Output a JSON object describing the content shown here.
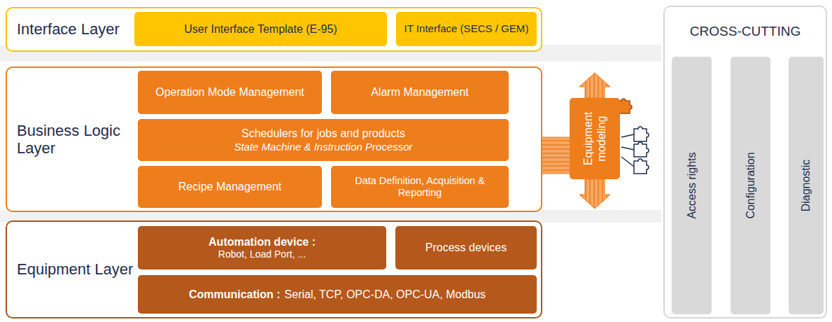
{
  "diagram": {
    "nodes": [
      {
        "text": [
          "Interface Layer"
        ]
      },
      {
        "text": [
          "User Interface Template (E-95)"
        ],
        "in": 0
      },
      {
        "text": [
          "IT Interface (SECS / GEM)"
        ],
        "in": 0
      },
      {
        "text": [
          "Business Logic Layer"
        ]
      },
      {
        "text": [
          "Operation Mode Management"
        ],
        "in": 3
      },
      {
        "text": [
          "Alarm Management"
        ],
        "in": 3
      },
      {
        "text": [
          "Schedulers for jobs and products",
          "State Machine & Instruction Processor"
        ],
        "in": 3
      },
      {
        "text": [
          "Equipment modeling"
        ],
        "in": 3
      },
      {
        "text": [
          "Recipe Management"
        ],
        "in": 3
      },
      {
        "text": [
          "Data Definition, Acquisition & Reporting"
        ],
        "in": 3
      },
      {
        "text": [
          "Equipment Layer"
        ]
      },
      {
        "text": [
          "Automation device :",
          "Robot, Load Port, ..."
        ],
        "in": 10
      },
      {
        "text": [
          "Process devices"
        ],
        "in": 10
      },
      {
        "text": [
          "Communication :",
          "Serial, TCP, OPC-DA, OPC-UA, Modbus"
        ],
        "in": 10
      },
      {
        "text": [
          "CROSS-CUTTING"
        ]
      },
      {
        "text": [
          "Access rights"
        ],
        "in": 14
      },
      {
        "text": [
          "Configuration"
        ],
        "in": 14
      },
      {
        "text": [
          "Diagnostic"
        ],
        "in": 14
      }
    ]
  }
}
